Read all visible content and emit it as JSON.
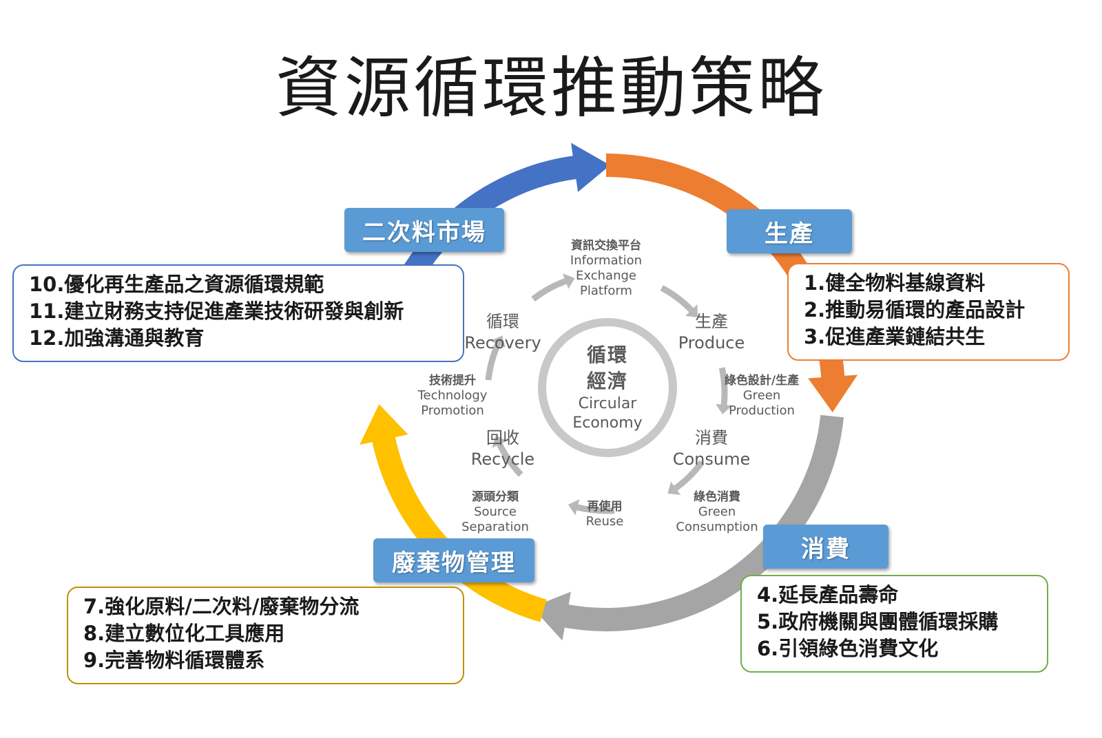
{
  "title": "資源循環推動策略",
  "stages": {
    "secondary_market": "二次料市場",
    "production": "生產",
    "consumption": "消費",
    "waste_management": "廢棄物管理"
  },
  "strategies": {
    "production": [
      "1.健全物料基線資料",
      "2.推動易循環的產品設計",
      "3.促進產業鏈結共生"
    ],
    "consumption": [
      "4.延長產品壽命",
      "5.政府機關與團體循環採購",
      "6.引領綠色消費文化"
    ],
    "waste_management": [
      "7.強化原料/二次料/廢棄物分流",
      "8.建立數位化工具應用",
      "9.完善物料循環體系"
    ],
    "secondary_market": [
      "10.優化再生產品之資源循環規範",
      "11.建立財務支持促進產業技術研發與創新",
      "12.加強溝通與教育"
    ]
  },
  "core": {
    "zh_line1": "循環",
    "zh_line2": "經濟",
    "en_line1": "Circular",
    "en_line2": "Economy"
  },
  "inner_nodes": {
    "recovery": {
      "zh": "循環",
      "en": "Recovery"
    },
    "produce": {
      "zh": "生產",
      "en": "Produce"
    },
    "consume": {
      "zh": "消費",
      "en": "Consume"
    },
    "recycle": {
      "zh": "回收",
      "en": "Recycle"
    }
  },
  "inner_links": {
    "info_platform": {
      "zh": "資訊交換平台",
      "en1": "Information",
      "en2": "Exchange",
      "en3": "Platform"
    },
    "green_design": {
      "zh": "綠色設計/生產",
      "en1": "Green",
      "en2": "Production"
    },
    "green_consumption": {
      "zh": "綠色消費",
      "en1": "Green",
      "en2": "Consumption"
    },
    "reuse": {
      "zh": "再使用",
      "en1": "Reuse"
    },
    "source_separation": {
      "zh": "源頭分類",
      "en1": "Source",
      "en2": "Separation"
    },
    "tech_promotion": {
      "zh": "技術提升",
      "en1": "Technology",
      "en2": "Promotion"
    }
  },
  "colors": {
    "blue_arc": "#4472c4",
    "orange_arc": "#ed7d31",
    "gray_arc": "#a5a5a5",
    "yellow_arc": "#ffc000",
    "stage_fill": "#5b9bd5",
    "box_orange": "#ed7d31",
    "box_green": "#70ad47",
    "box_gold": "#bf9000",
    "box_blue": "#4472c4"
  }
}
